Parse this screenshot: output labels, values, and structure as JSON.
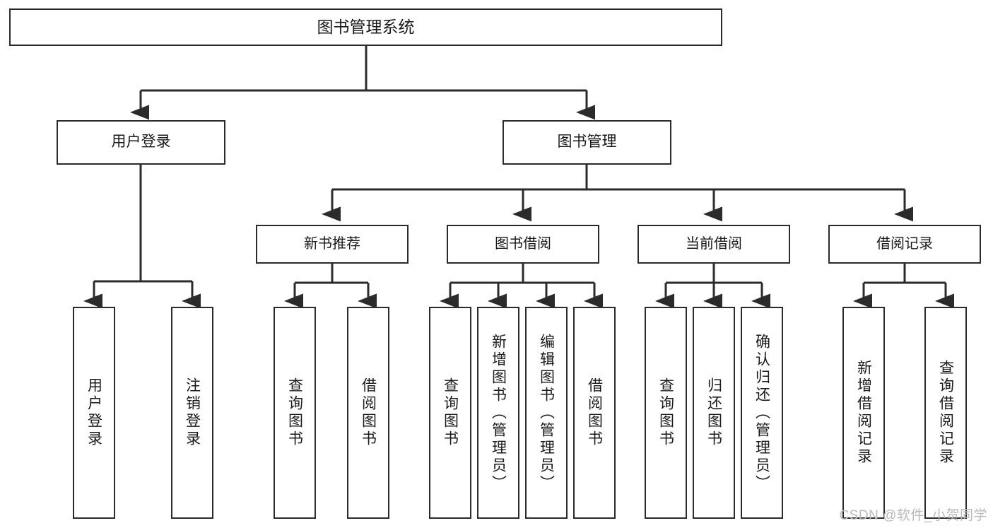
{
  "diagram": {
    "title": "图书管理系统",
    "type": "tree-hierarchy",
    "watermark": "CSDN @软件_小贺同学",
    "colors": {
      "box_border": "#2b2b2b",
      "box_fill": "#ffffff",
      "edge": "#2b2b2b",
      "text": "#1a1a1a",
      "watermark": "#b9b9b9",
      "background": "#ffffff"
    }
  },
  "nodes": {
    "root": {
      "label": "图书管理系统"
    },
    "level1": [
      {
        "label": "用户登录"
      },
      {
        "label": "图书管理"
      }
    ],
    "level2": [
      {
        "label": "新书推荐"
      },
      {
        "label": "图书借阅"
      },
      {
        "label": "当前借阅"
      },
      {
        "label": "借阅记录"
      }
    ],
    "leaves": {
      "user_login": [
        {
          "label": "用户登录"
        },
        {
          "label": "注销登录"
        }
      ],
      "new_book": [
        {
          "label": "查询图书"
        },
        {
          "label": "借阅图书"
        }
      ],
      "book_borrow": [
        {
          "label": "查询图书"
        },
        {
          "label": "新增图书（管理员）"
        },
        {
          "label": "编辑图书（管理员）"
        },
        {
          "label": "借阅图书"
        }
      ],
      "current_borrow": [
        {
          "label": "查询图书"
        },
        {
          "label": "归还图书"
        },
        {
          "label": "确认归还（管理员）"
        }
      ],
      "borrow_record": [
        {
          "label": "新增借阅记录"
        },
        {
          "label": "查询借阅记录"
        }
      ]
    }
  }
}
